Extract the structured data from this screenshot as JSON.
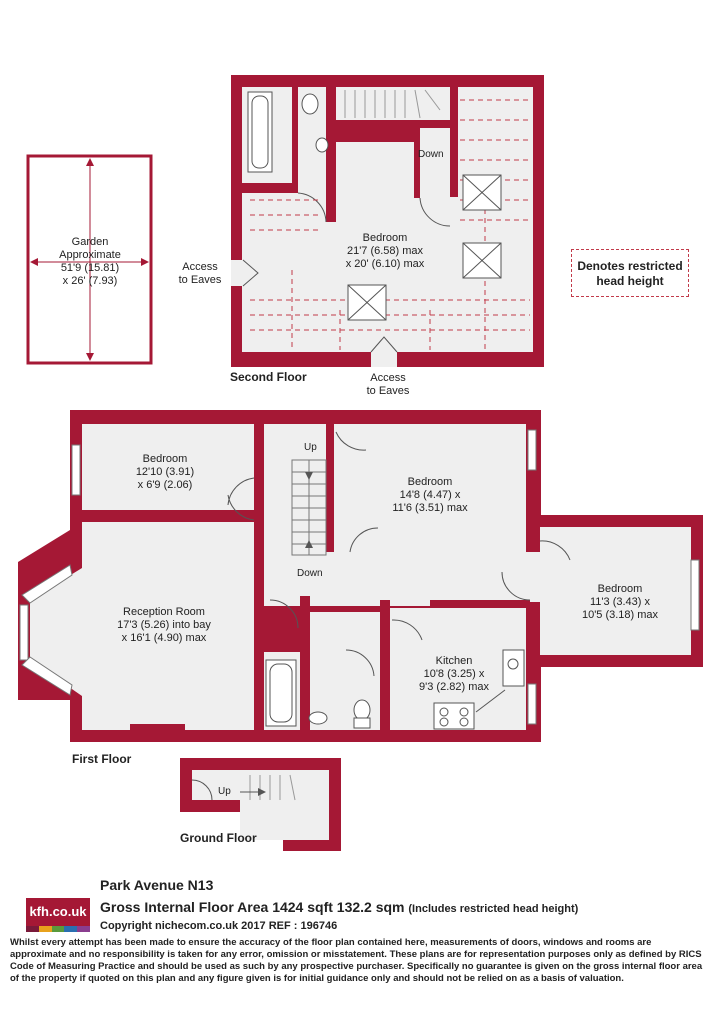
{
  "garden": {
    "title": "Garden",
    "line1": "Approximate",
    "line2": "51'9 (15.81)",
    "line3": "x 26' (7.93)"
  },
  "second_floor": {
    "label": "Second Floor",
    "bedroom": {
      "name": "Bedroom",
      "dim1": "21'7 (6.58) max",
      "dim2": "x 20' (6.10) max"
    },
    "down": "Down",
    "access_eaves_left": {
      "l1": "Access",
      "l2": "to Eaves"
    },
    "access_eaves_bottom": {
      "l1": "Access",
      "l2": "to Eaves"
    }
  },
  "legend": {
    "l1": "Denotes restricted",
    "l2": "head height"
  },
  "first_floor": {
    "label": "First Floor",
    "bedroom_a": {
      "name": "Bedroom",
      "dim1": "12'10 (3.91)",
      "dim2": "x 6'9 (2.06)"
    },
    "bedroom_b": {
      "name": "Bedroom",
      "dim1": "14'8 (4.47) x",
      "dim2": "11'6 (3.51) max"
    },
    "bedroom_c": {
      "name": "Bedroom",
      "dim1": "11'3 (3.43) x",
      "dim2": "10'5 (3.18) max"
    },
    "reception": {
      "name": "Reception Room",
      "dim1": "17'3 (5.26) into bay",
      "dim2": "x 16'1 (4.90) max"
    },
    "kitchen": {
      "name": "Kitchen",
      "dim1": "10'8 (3.25) x",
      "dim2": "9'3 (2.82) max"
    },
    "up": "Up",
    "down": "Down"
  },
  "ground_floor": {
    "label": "Ground Floor",
    "up": "Up"
  },
  "footer": {
    "logo": "kfh.co.uk",
    "logo_colors": [
      "#7a1a3a",
      "#e8a21c",
      "#5a9a3c",
      "#2a6fb0",
      "#8a3d8f"
    ],
    "address": "Park Avenue  N13",
    "gia": "Gross Internal Floor Area 1424 sqft 132.2 sqm",
    "gia_note": "(Includes restricted head height)",
    "copyright": "Copyright nichecom.co.uk 2017 REF : 196746",
    "disclaimer": "Whilst every attempt has been made to ensure the accuracy of the floor plan contained here, measurements of doors, windows and rooms are approximate and no responsibility is taken for any error, omission or misstatement. These plans are for representation purposes only as defined by RICS Code of Measuring Practice and should be used as such by any prospective purchaser.  Specifically no guarantee is given on the gross internal floor area of the property if quoted on this plan and any figure given is for initial guidance only and should not be relied on as a basis of valuation."
  },
  "colors": {
    "wall": "#a51835",
    "floor": "#efefef",
    "dash": "#c23b4a"
  }
}
